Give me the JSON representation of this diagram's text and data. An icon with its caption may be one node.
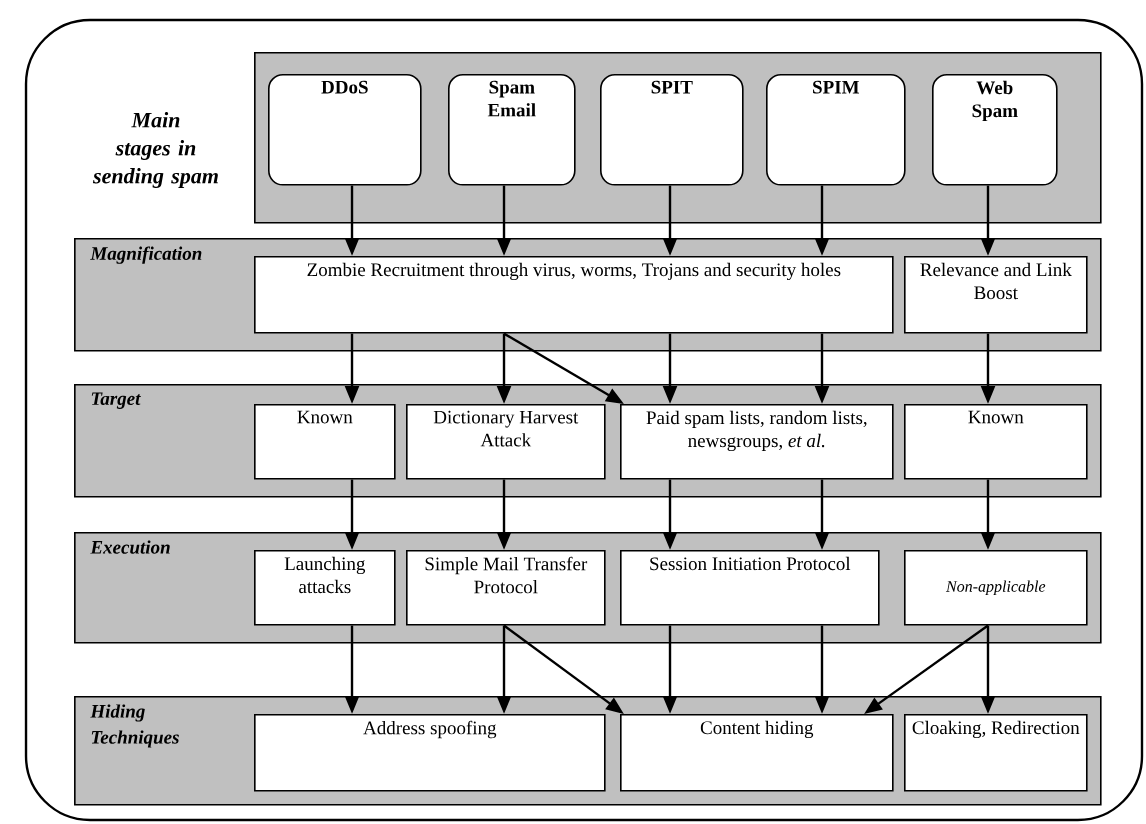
{
  "diagram": {
    "nodes": [
      {
        "text": [
          "Main stages in sending spam"
        ]
      },
      {
        "text": [
          "DDoS"
        ],
        "in": 0
      },
      {
        "text": [
          "Spam Email"
        ],
        "in": 0
      },
      {
        "text": [
          "SPIT"
        ],
        "in": 0
      },
      {
        "text": [
          "SPIM"
        ],
        "in": 0
      },
      {
        "text": [
          "Web Spam"
        ],
        "in": 0
      },
      {
        "text": [
          "Magnification"
        ]
      },
      {
        "text": [
          "Zombie Recruitment through virus, worms, Trojans and security holes"
        ],
        "in": 6
      },
      {
        "text": [
          "Relevance and Link Boost"
        ],
        "in": 6
      },
      {
        "text": [
          "Target"
        ]
      },
      {
        "text": [
          "Known"
        ],
        "in": 9
      },
      {
        "text": [
          "Dictionary Harvest Attack"
        ],
        "in": 9
      },
      {
        "text": [
          "Paid spam lists, random lists, newsgroups, *et al.*"
        ],
        "in": 9
      },
      {
        "text": [
          "Known"
        ],
        "in": 9
      },
      {
        "text": [
          "Execution"
        ]
      },
      {
        "text": [
          "Launching attacks"
        ],
        "in": 14
      },
      {
        "text": [
          "Simple Mail Transfer Protocol"
        ],
        "in": 14
      },
      {
        "text": [
          "Session Initiation Protocol"
        ],
        "in": 14
      },
      {
        "text": [
          "Non-applicable"
        ],
        "in": 14
      },
      {
        "text": [
          "Hiding Techniques"
        ]
      },
      {
        "text": [
          "Address spoofing"
        ],
        "in": 19
      },
      {
        "text": [
          "Content hiding"
        ],
        "in": 19
      },
      {
        "text": [
          "Cloaking, Redirection"
        ],
        "in": 19
      }
    ],
    "edges": [
      {
        "from": 1,
        "to": 7,
        "arrow": "to"
      },
      {
        "from": 2,
        "to": 7,
        "arrow": "to"
      },
      {
        "from": 3,
        "to": 7,
        "arrow": "to"
      },
      {
        "from": 4,
        "to": 7,
        "arrow": "to"
      },
      {
        "from": 5,
        "to": 8,
        "arrow": "to"
      },
      {
        "from": 7,
        "to": 10,
        "arrow": "to"
      },
      {
        "from": 7,
        "to": 11,
        "arrow": "to"
      },
      {
        "from": 7,
        "to": 12,
        "arrow": "to"
      },
      {
        "from": 7,
        "to": 12,
        "arrow": "to"
      },
      {
        "from": 7,
        "to": 12,
        "arrow": "to"
      },
      {
        "from": 8,
        "to": 13,
        "arrow": "to"
      },
      {
        "from": 10,
        "to": 15,
        "arrow": "to"
      },
      {
        "from": 11,
        "to": 16,
        "arrow": "to"
      },
      {
        "from": 12,
        "to": 17,
        "arrow": "to"
      },
      {
        "from": 12,
        "to": 17,
        "arrow": "to"
      },
      {
        "from": 13,
        "to": 18,
        "arrow": "to"
      },
      {
        "from": 15,
        "to": 20,
        "arrow": "to"
      },
      {
        "from": 16,
        "to": 20,
        "arrow": "to"
      },
      {
        "from": 16,
        "to": 21,
        "arrow": "to"
      },
      {
        "from": 17,
        "to": 21,
        "arrow": "to"
      },
      {
        "from": 17,
        "to": 21,
        "arrow": "to"
      },
      {
        "from": 18,
        "to": 21,
        "arrow": "to"
      },
      {
        "from": 18,
        "to": 22,
        "arrow": "to"
      }
    ]
  }
}
